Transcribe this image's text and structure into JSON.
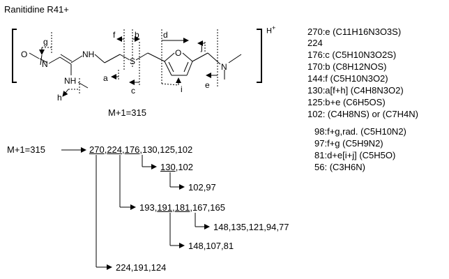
{
  "title": "Ranitidine R41+",
  "charge": "+",
  "mplus1": "M+1=315",
  "atoms": {
    "o_nitro": "O",
    "n_nitro": "N",
    "nh_upper": "NH",
    "nh_lower": "NH",
    "s": "S",
    "o_furan": "O",
    "n_amine": "N"
  },
  "cleavage_labels": {
    "g": "g",
    "f": "f",
    "b": "b",
    "d": "d",
    "j": "j",
    "a": "a",
    "c": "c",
    "e": "e",
    "i": "i",
    "h": "h"
  },
  "fragments": [
    {
      "text": "270:e (C11H16N3O3S)",
      "highlight": false
    },
    {
      "text": "224",
      "highlight": false
    },
    {
      "text": "176:c (C5H10N3O2S)",
      "highlight": false
    },
    {
      "text": "170:b (C8H12NOS)",
      "highlight": false
    },
    {
      "text": "144:f (C5H10N3O2)",
      "highlight": false
    },
    {
      "text": "130:a[f+h] (C4H8N3O2)",
      "highlight": false
    },
    {
      "text": "125:b+e (C6H5OS)",
      "highlight": false
    },
    {
      "text": "102: (C4H8NS) or (C7H4N)",
      "highlight": false
    },
    {
      "mass": "98",
      "text": ":f+g,rad. (C5H10N2)",
      "highlight": true
    },
    {
      "text": "97:f+g (C5H9N2)",
      "highlight": false
    },
    {
      "text": "81:d+e[i+j] (C5H5O)",
      "highlight": false
    },
    {
      "mass": "56",
      "text": ": (C3H6N)",
      "highlight": true
    }
  ],
  "tree": {
    "root": "M+1=315",
    "level1": {
      "m270": "270",
      "m224": "224",
      "m176": "176",
      "rest": ",130,125,102"
    },
    "from176": {
      "m130": "130",
      "rest": ",102"
    },
    "from130": "102,97",
    "from224": {
      "m193": "193,",
      "m191": "191",
      "m181": "181",
      "rest": ",167,165"
    },
    "from181": "148,135,121,94,77",
    "from191": "148,107,81",
    "from270": "224,191,124"
  },
  "colors": {
    "line": "#000000",
    "highlight": "#1515b4",
    "background": "#ffffff"
  }
}
